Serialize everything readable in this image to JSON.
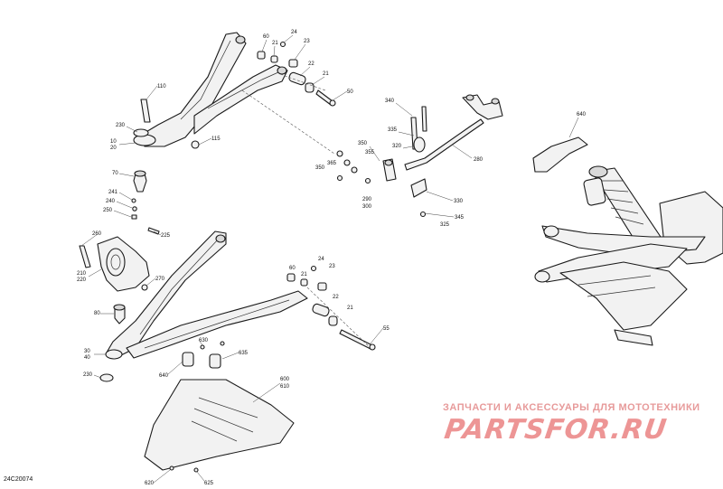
{
  "diagram": {
    "reference_code": "24C20074",
    "watermark": {
      "line1": "ЗАПЧАСТИ И АКСЕССУАРЫ ДЛЯ МОТОТЕХНИКИ",
      "logo": "PARTSFOR.RU"
    },
    "callouts": {
      "c60a": "60",
      "c21a": "21",
      "c24a": "24",
      "c23a": "23",
      "c22a": "22",
      "c21b": "21",
      "c50": "50",
      "c110": "110",
      "c230a": "230",
      "c10": "10",
      "c20": "20",
      "c115": "115",
      "c70": "70",
      "c241": "241",
      "c240": "240",
      "c250": "250",
      "c225": "225",
      "c260": "260",
      "c210": "210",
      "c220": "220",
      "c270": "270",
      "c80": "80",
      "c60b": "60",
      "c21c": "21",
      "c24b": "24",
      "c23b": "23",
      "c22b": "22",
      "c21d": "21",
      "c55": "55",
      "c30": "30",
      "c40": "40",
      "c230b": "230",
      "c630": "630",
      "c635": "635",
      "c640": "640",
      "c600": "600",
      "c610": "610",
      "c620": "620",
      "c625": "625",
      "c340": "340",
      "c335": "335",
      "c320": "320",
      "c280": "280",
      "c350a": "350",
      "c355": "355",
      "c365": "365",
      "c350b": "350",
      "c290": "290",
      "c300": "300",
      "c330": "330",
      "c345": "345",
      "c325": "325",
      "c640b": "640"
    }
  }
}
